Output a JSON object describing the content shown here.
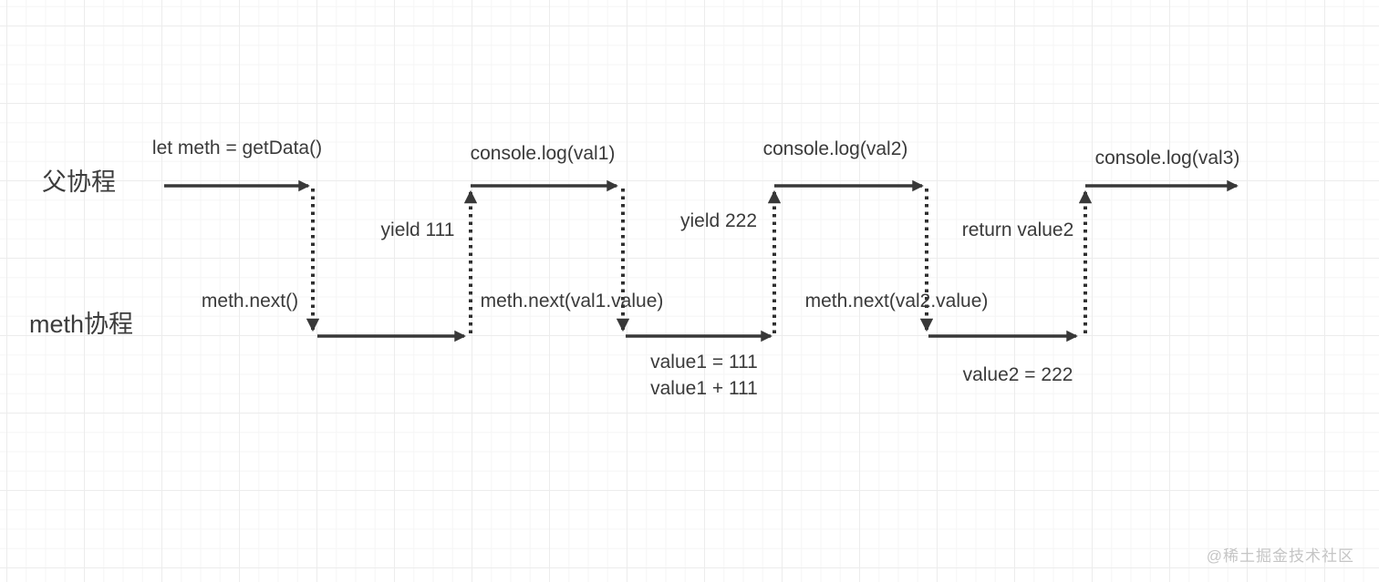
{
  "lanes": {
    "parent": {
      "label": "父协程"
    },
    "meth": {
      "label": "meth协程"
    }
  },
  "steps": {
    "call_getdata": "let meth = getData()",
    "meth_next_1": "meth.next()",
    "yield_111": "yield 111",
    "console_log_val1": "console.log(val1)",
    "meth_next_val1": "meth.next(val1.value)",
    "value1_assign": "value1 = 111",
    "value1_add": "value1 + 111",
    "yield_222": "yield 222",
    "console_log_val2": "console.log(val2)",
    "meth_next_val2": "meth.next(val2.value)",
    "value2_assign": "value2 = 222",
    "return_value2": "return value2",
    "console_log_val3": "console.log(val3)"
  },
  "watermark": "@稀土掘金技术社区",
  "colors": {
    "arrow": "#383838",
    "text": "#3a3a3a",
    "watermark": "#c5c5c5",
    "grid_minor": "#f5f5f5",
    "grid_major": "#ececec",
    "background": "#ffffff"
  }
}
